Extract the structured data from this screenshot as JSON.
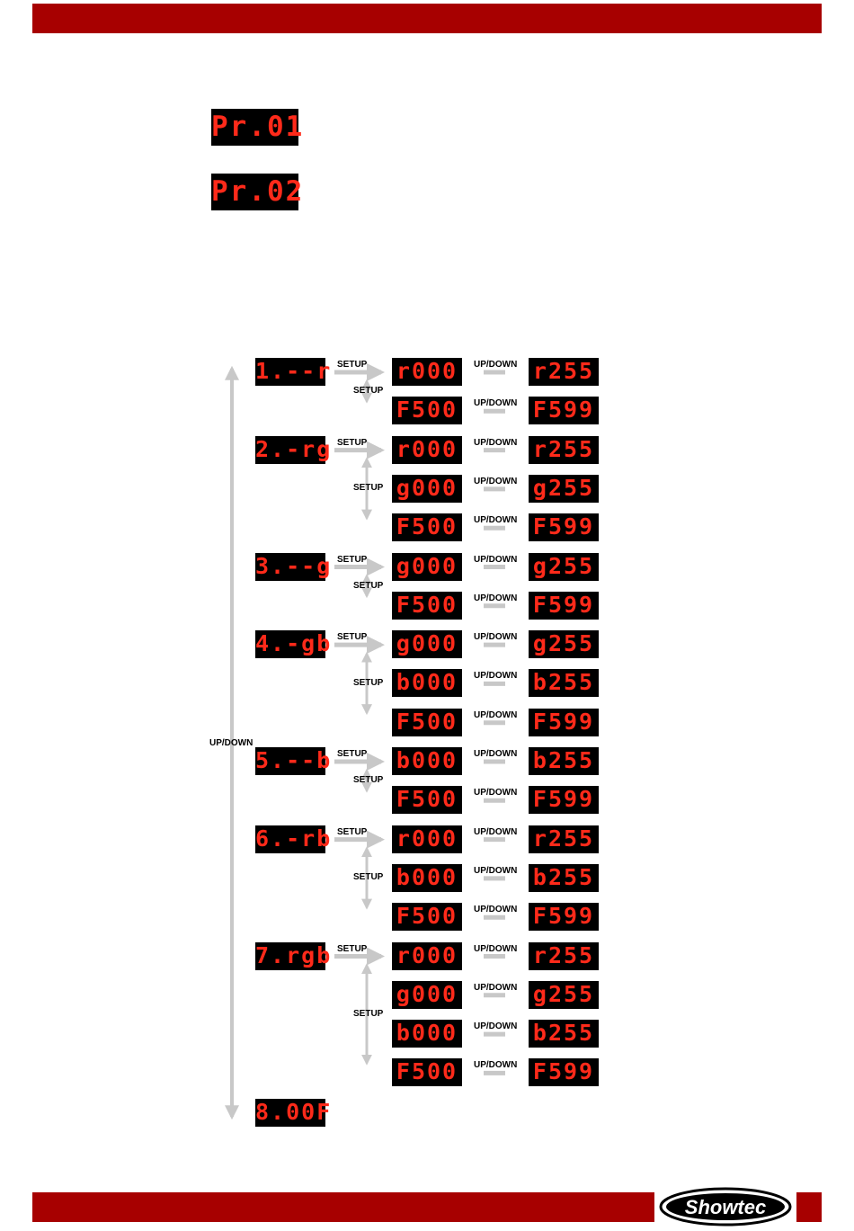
{
  "program_displays": [
    "Pr.01",
    "Pr.02"
  ],
  "labels": {
    "setup": "SETUP",
    "updown": "UP/DOWN",
    "side_updown": "UP/DOWN"
  },
  "modes": [
    {
      "display": "1.--r",
      "rows": [
        {
          "start": "r000",
          "end": "r255"
        },
        {
          "start": "F500",
          "end": "F599"
        }
      ]
    },
    {
      "display": "2.-rg",
      "rows": [
        {
          "start": "r000",
          "end": "r255"
        },
        {
          "start": "g000",
          "end": "g255"
        },
        {
          "start": "F500",
          "end": "F599"
        }
      ]
    },
    {
      "display": "3.--g",
      "rows": [
        {
          "start": "g000",
          "end": "g255"
        },
        {
          "start": "F500",
          "end": "F599"
        }
      ]
    },
    {
      "display": "4.-gb",
      "rows": [
        {
          "start": "g000",
          "end": "g255"
        },
        {
          "start": "b000",
          "end": "b255"
        },
        {
          "start": "F500",
          "end": "F599"
        }
      ]
    },
    {
      "display": "5.--b",
      "rows": [
        {
          "start": "b000",
          "end": "b255"
        },
        {
          "start": "F500",
          "end": "F599"
        }
      ]
    },
    {
      "display": "6.-rb",
      "rows": [
        {
          "start": "r000",
          "end": "r255"
        },
        {
          "start": "b000",
          "end": "b255"
        },
        {
          "start": "F500",
          "end": "F599"
        }
      ]
    },
    {
      "display": "7.rgb",
      "rows": [
        {
          "start": "r000",
          "end": "r255"
        },
        {
          "start": "g000",
          "end": "g255"
        },
        {
          "start": "b000",
          "end": "b255"
        },
        {
          "start": "F500",
          "end": "F599"
        }
      ]
    }
  ],
  "final_display": "8.00F",
  "logo_text": "Showtec",
  "colors": {
    "brand_red": "#a70000",
    "lcd_red": "#ff2a1a",
    "arrow_gray": "#c8c8c8"
  }
}
